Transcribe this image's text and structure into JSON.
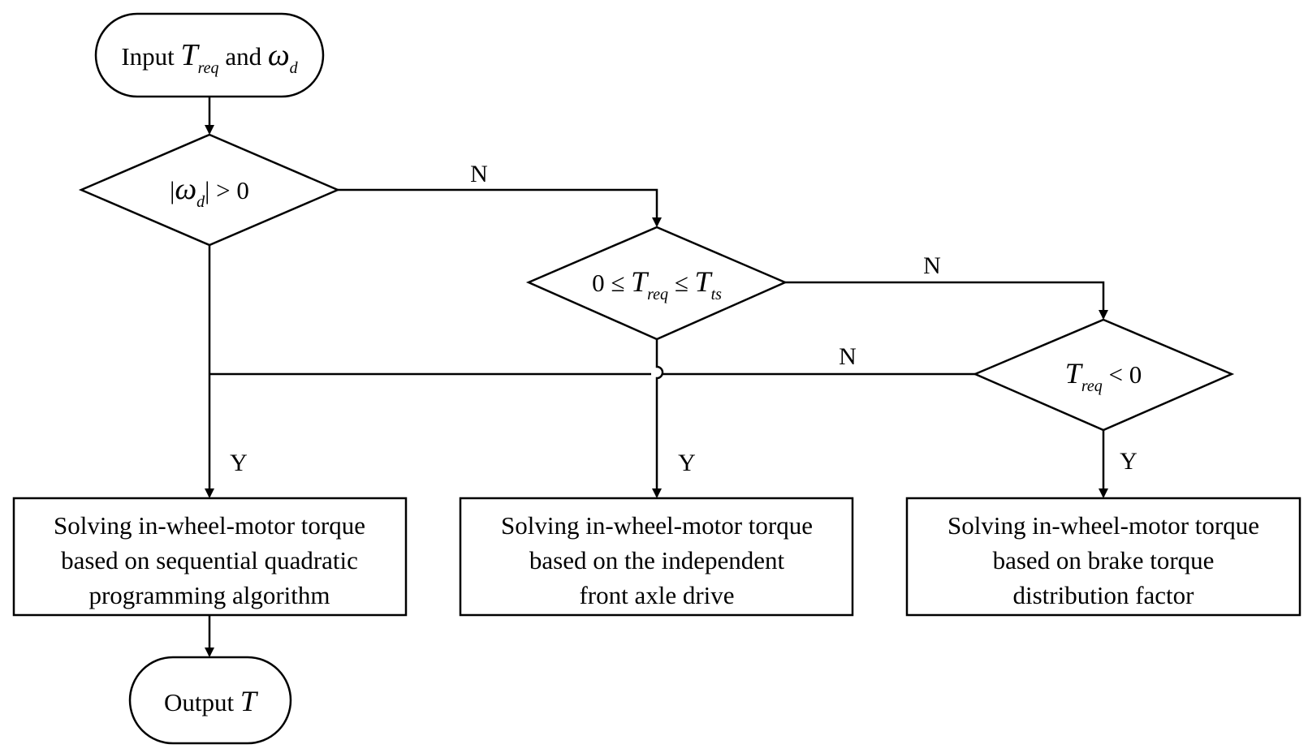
{
  "start": {
    "prefix": "Input ",
    "T": "T",
    "T_sub": "req",
    "conj": " and ",
    "omega": "ω",
    "omega_sub": "d"
  },
  "decision1": {
    "bar": "|",
    "omega": "ω",
    "omega_sub": "d",
    "rest": " > 0"
  },
  "decision2": {
    "zero": "0 ≤ ",
    "T": "T",
    "T_sub": "req",
    "le": " ≤ ",
    "T2": "T",
    "T2_sub": "ts"
  },
  "decision3": {
    "T": "T",
    "T_sub": "req",
    "rest": " < 0"
  },
  "process1": {
    "lines": [
      "Solving in-wheel-motor torque",
      "based on sequential quadratic",
      "programming algorithm"
    ]
  },
  "process2": {
    "lines": [
      "Solving in-wheel-motor torque",
      "based on the independent",
      "front axle drive"
    ]
  },
  "process3": {
    "lines": [
      "Solving in-wheel-motor torque",
      "based on brake torque",
      "distribution factor"
    ]
  },
  "end": {
    "prefix": "Output ",
    "T": "T"
  },
  "labels": {
    "n1": "N",
    "n2": "N",
    "n3": "N",
    "y1": "Y",
    "y2": "Y",
    "y3": "Y"
  }
}
